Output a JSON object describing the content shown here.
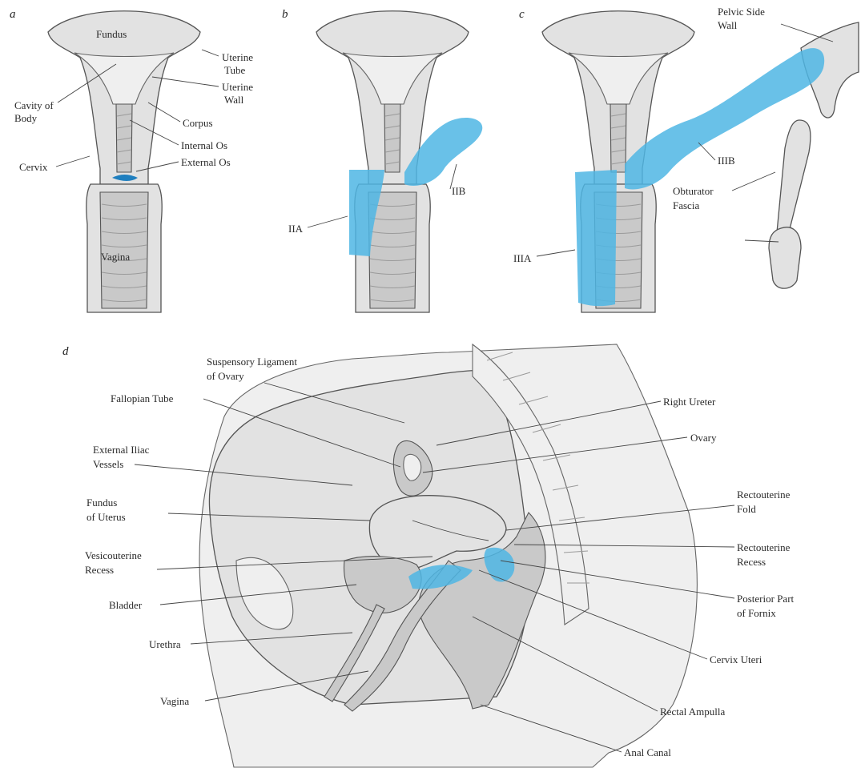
{
  "panels": {
    "a": {
      "letter": "a",
      "labels": {
        "fundus": "Fundus",
        "uterine_tube": [
          "Uterine",
          "Tube"
        ],
        "uterine_wall": [
          "Uterine",
          "Wall"
        ],
        "cavity_of_body": [
          "Cavity of",
          "Body"
        ],
        "corpus": "Corpus",
        "internal_os": "Internal Os",
        "external_os": "External Os",
        "cervix": "Cervix",
        "vagina": "Vagina"
      }
    },
    "b": {
      "letter": "b",
      "labels": {
        "iib": "IIB",
        "iia": "IIA"
      }
    },
    "c": {
      "letter": "c",
      "labels": {
        "pelvic_side_wall": [
          "Pelvic Side",
          "Wall"
        ],
        "iiib": "IIIB",
        "obturator_fascia": [
          "Obturator",
          "Fascia"
        ],
        "iiia": "IIIA"
      }
    },
    "d": {
      "letter": "d",
      "labels": {
        "suspensory_ligament": [
          "Suspensory Ligament",
          "of Ovary"
        ],
        "fallopian_tube": "Fallopian Tube",
        "external_iliac_vessels": [
          "External Iliac",
          "Vessels"
        ],
        "fundus_of_uterus": [
          "Fundus",
          "of Uterus"
        ],
        "vesicouterine_recess": [
          "Vesicouterine",
          "Recess"
        ],
        "bladder": "Bladder",
        "urethra": "Urethra",
        "vagina": "Vagina",
        "right_ureter": "Right Ureter",
        "ovary": "Ovary",
        "rectouterine_fold": [
          "Rectouterine",
          "Fold"
        ],
        "rectouterine_recess": [
          "Rectouterine",
          "Recess"
        ],
        "posterior_part_of_fornix": [
          "Posterior Part",
          "of Fornix"
        ],
        "cervix_uteri": "Cervix Uteri",
        "rectal_ampulla": "Rectal Ampulla",
        "anal_canal": "Anal Canal"
      }
    }
  },
  "colors": {
    "tumor": "#4fb6e4",
    "tumor_dark": "#1f7fbf",
    "tissue": "#e2e2e2",
    "outline": "#555555"
  }
}
